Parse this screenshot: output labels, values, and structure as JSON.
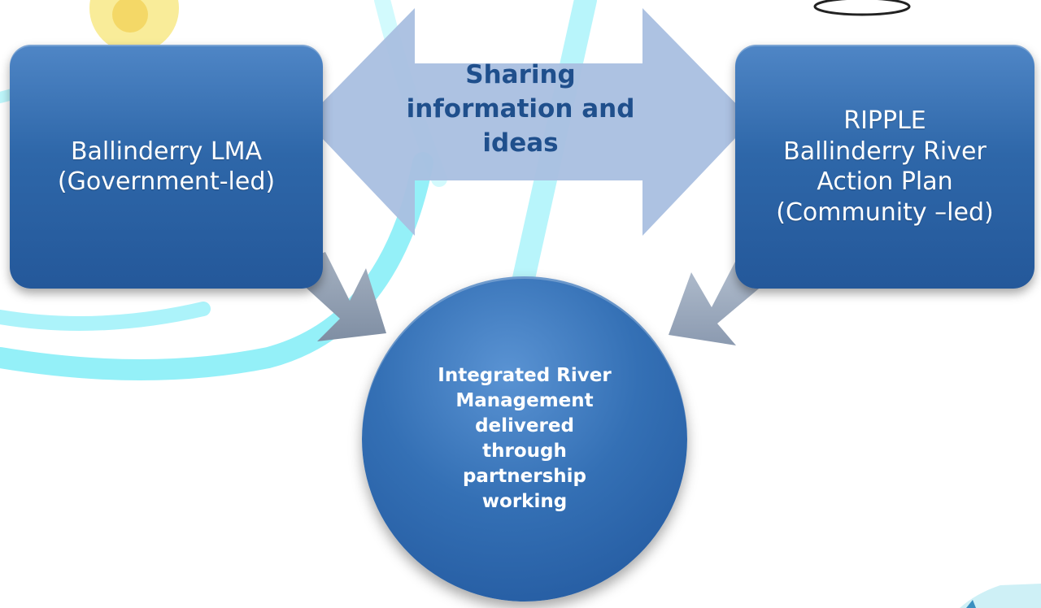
{
  "diagram": {
    "left_box": {
      "lines": [
        "Ballinderry LMA",
        "(Government-led)"
      ]
    },
    "right_box": {
      "lines": [
        "RIPPLE",
        "Ballinderry River",
        "Action Plan",
        "(Community –led)"
      ]
    },
    "center_arrow": {
      "lines": [
        "Sharing",
        "information and",
        "ideas"
      ]
    },
    "bottom_circle": {
      "lines": [
        "Integrated River",
        "Management",
        "delivered",
        "through",
        "partnership",
        "working"
      ]
    }
  },
  "colors": {
    "box_blue": "#2e67a9",
    "arrow_fill": "#a9bfe0",
    "down_arrow_fill": "#8f9eb3",
    "center_text": "#1f4f8c",
    "swirl_cyan": "#33e0f0",
    "sun_yellow": "#f7e26b"
  }
}
